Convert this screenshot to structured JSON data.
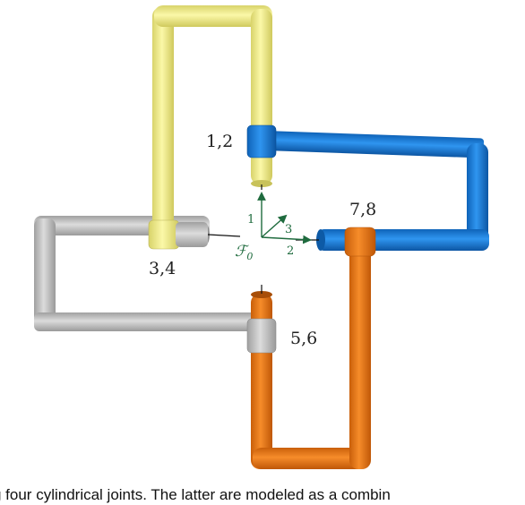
{
  "figure": {
    "joint_labels": [
      "1,2",
      "3,4",
      "5,6",
      "7,8"
    ],
    "frame": {
      "symbol": "ℱ",
      "subscript": "0"
    },
    "axis_labels": [
      "1",
      "2",
      "3"
    ],
    "colors": {
      "yellow": "#f2ee8a",
      "blue": "#1a7fe0",
      "gray": "#c2c2c2",
      "orange": "#f07a14",
      "frame": "#1f6b3e"
    }
  },
  "caption": "g four cylindrical joints. The latter are modeled as a combin"
}
